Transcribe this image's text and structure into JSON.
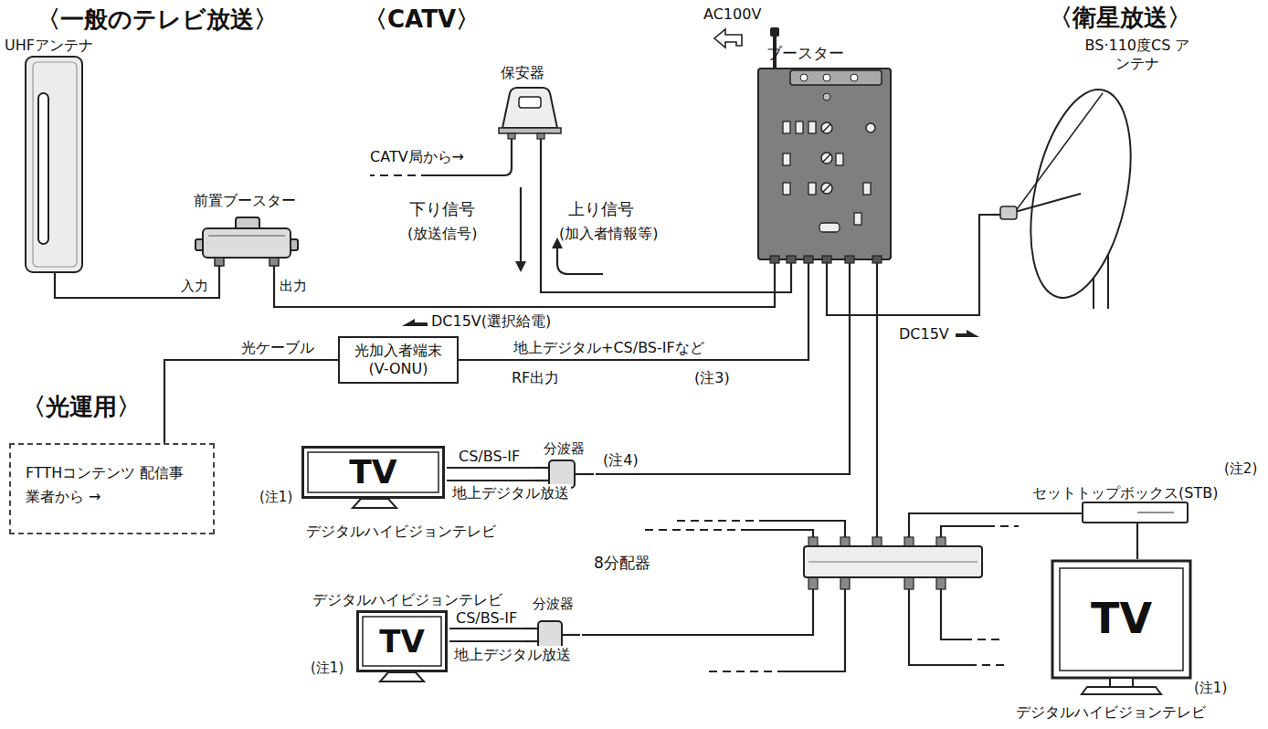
{
  "diagram": {
    "nodes": [
      {
        "text": [
          "UHFアンテナ"
        ]
      },
      {
        "text": [
          "前置ブースター"
        ]
      },
      {
        "text": [
          "保安器"
        ]
      },
      {
        "text": [
          "ブースター"
        ]
      },
      {
        "text": [
          "BS·110度CS アンテナ"
        ]
      },
      {
        "text": [
          "光加入者端末 (V-ONU)"
        ]
      },
      {
        "text": [
          "FTTHコンテンツ 配信事業者から →"
        ]
      },
      {
        "text": [
          "TV"
        ]
      },
      {
        "text": [
          "分波器"
        ]
      },
      {
        "text": [
          "8分配器"
        ]
      },
      {
        "text": [
          "分波器"
        ]
      },
      {
        "text": [
          "TV"
        ]
      },
      {
        "text": [
          "セットトップボックス(STB)"
        ]
      },
      {
        "text": [
          "TV"
        ]
      }
    ],
    "edges": [
      {
        "from": 0,
        "to": 1,
        "arrow": "none"
      },
      {
        "from": 1,
        "to": 3,
        "arrow": "none"
      },
      {
        "from": 2,
        "to": 3,
        "arrow": "none"
      },
      {
        "from": 3,
        "to": 4,
        "arrow": "none"
      },
      {
        "from": 5,
        "to": 3,
        "label": "地上デジタル+CS/BS-IFなど",
        "arrow": "none"
      },
      {
        "from": 6,
        "to": 5,
        "label": "光ケーブル",
        "arrow": "none"
      },
      {
        "from": 3,
        "to": 8,
        "arrow": "none"
      },
      {
        "from": 8,
        "to": 7,
        "label": "CS/BS-IF",
        "arrow": "none"
      },
      {
        "from": 8,
        "to": 7,
        "label": "地上デジタル放送",
        "arrow": "none"
      },
      {
        "from": 3,
        "to": 9,
        "arrow": "none"
      },
      {
        "from": 9,
        "to": 10,
        "arrow": "none"
      },
      {
        "from": 10,
        "to": 11,
        "label": "CS/BS-IF",
        "arrow": "none"
      },
      {
        "from": 10,
        "to": 11,
        "label": "地上デジタル放送",
        "arrow": "none"
      },
      {
        "from": 9,
        "to": 12,
        "arrow": "none"
      },
      {
        "from": 12,
        "to": 13,
        "arrow": "none"
      }
    ],
    "labels": [
      "〈一般のテレビ放送〉",
      "〈CATV〉",
      "AC100V",
      "〈衛星放送〉",
      "CATV局から→",
      "下り信号",
      "(放送信号)",
      "上り信号",
      "(加入者情報等)",
      "入力",
      "出力",
      "DC15V(選択給電)",
      "DC15V",
      "RF出力",
      "(注3)",
      "〈光運用〉",
      "(注4)",
      "(注1)",
      "デジタルハイビジョンテレビ",
      "(注2)",
      "デジタルハイビジョンテレビ",
      "(注1)",
      "(注1)",
      "デジタルハイビジョンテレビ"
    ]
  }
}
